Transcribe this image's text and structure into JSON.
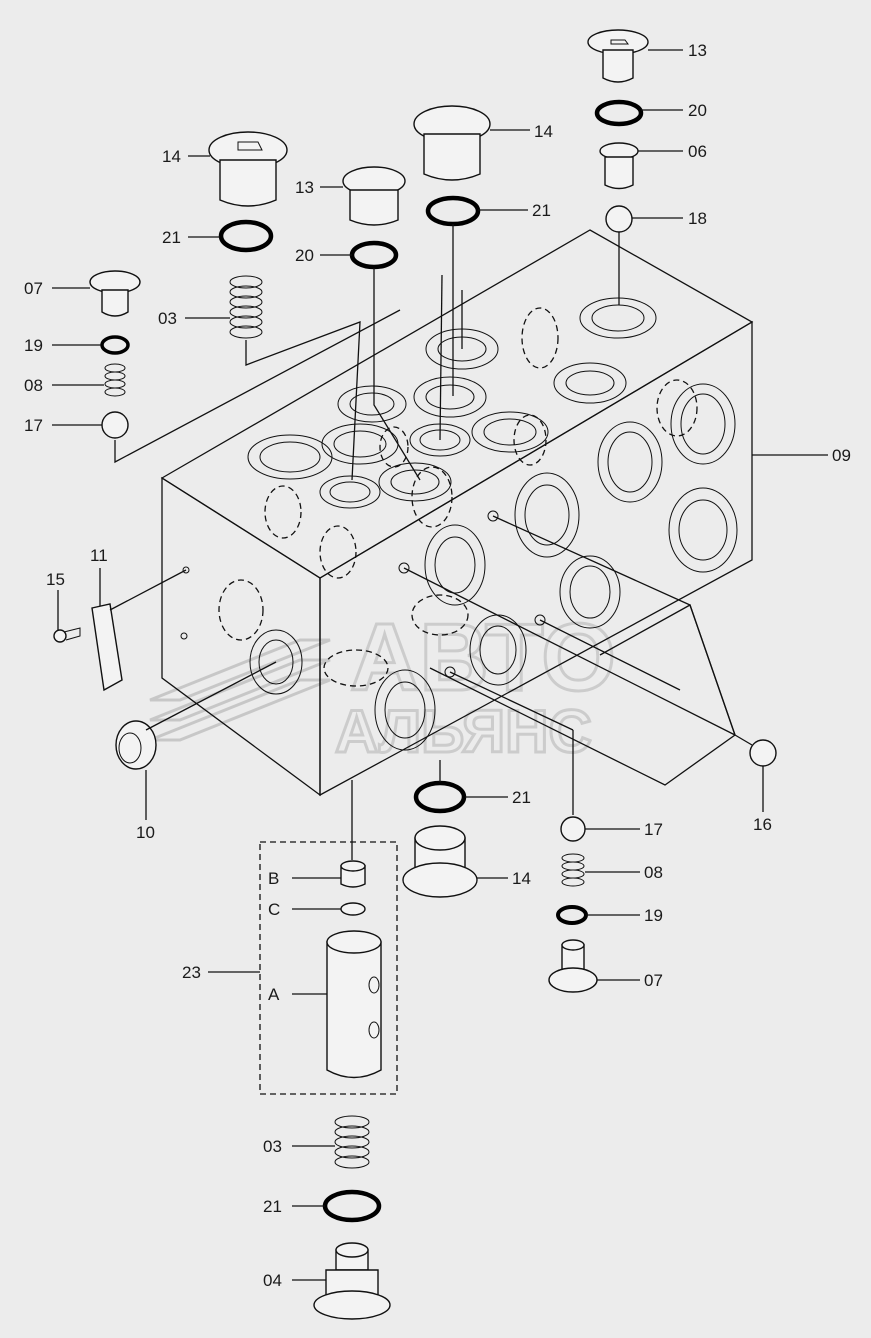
{
  "diagram": {
    "type": "exploded-parts",
    "callouts": [
      {
        "id": "c13a",
        "label": "13"
      },
      {
        "id": "c20a",
        "label": "20"
      },
      {
        "id": "c06",
        "label": "06"
      },
      {
        "id": "c18",
        "label": "18"
      },
      {
        "id": "c14a",
        "label": "14"
      },
      {
        "id": "c21a",
        "label": "21"
      },
      {
        "id": "c14b",
        "label": "14"
      },
      {
        "id": "c13b",
        "label": "13"
      },
      {
        "id": "c21b",
        "label": "21"
      },
      {
        "id": "c20b",
        "label": "20"
      },
      {
        "id": "c07a",
        "label": "07"
      },
      {
        "id": "c03a",
        "label": "03"
      },
      {
        "id": "c19a",
        "label": "19"
      },
      {
        "id": "c08a",
        "label": "08"
      },
      {
        "id": "c17a",
        "label": "17"
      },
      {
        "id": "c09",
        "label": "09"
      },
      {
        "id": "c11",
        "label": "11"
      },
      {
        "id": "c15",
        "label": "15"
      },
      {
        "id": "c10",
        "label": "10"
      },
      {
        "id": "c16",
        "label": "16"
      },
      {
        "id": "c21c",
        "label": "21"
      },
      {
        "id": "c14c",
        "label": "14"
      },
      {
        "id": "c17b",
        "label": "17"
      },
      {
        "id": "c08b",
        "label": "08"
      },
      {
        "id": "c19b",
        "label": "19"
      },
      {
        "id": "c07b",
        "label": "07"
      },
      {
        "id": "cB",
        "label": "B"
      },
      {
        "id": "cC",
        "label": "C"
      },
      {
        "id": "c23",
        "label": "23"
      },
      {
        "id": "cA",
        "label": "A"
      },
      {
        "id": "c03b",
        "label": "03"
      },
      {
        "id": "c21d",
        "label": "21"
      },
      {
        "id": "c04",
        "label": "04"
      }
    ]
  },
  "watermark": {
    "line1": "АВТО",
    "line2": "АЛЬЯНС"
  }
}
